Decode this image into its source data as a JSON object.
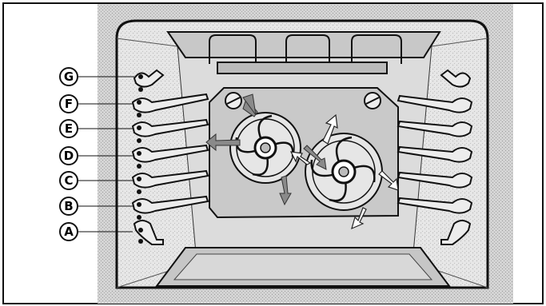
{
  "diagram": {
    "shelf_labels": [
      "G",
      "F",
      "E",
      "D",
      "C",
      "B",
      "A"
    ],
    "fan_count": 2,
    "airflow_arrows": true,
    "colors": {
      "background": "#ffffff",
      "cavity": "#d6d6d6",
      "inner_back": "#e4e4e4",
      "fan_panel": "#c9c9c9",
      "line": "#111111"
    }
  }
}
